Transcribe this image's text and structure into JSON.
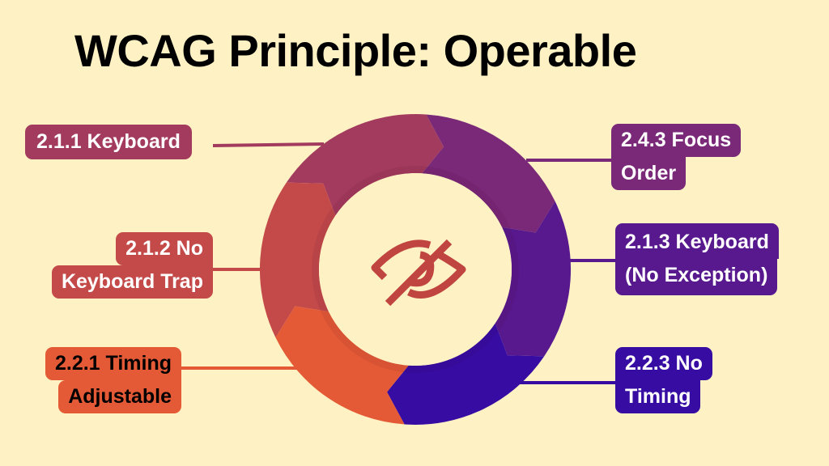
{
  "title": "WCAG Principle: Operable",
  "center_icon": "eye-slash-icon",
  "colors": {
    "background": "#FEF2C4",
    "icon": "#C0443F"
  },
  "criteria": [
    {
      "id": "2.1.1",
      "lines": [
        "2.1.1 Keyboard"
      ],
      "color": "#A33B5E",
      "text_color": "#FFFFFF"
    },
    {
      "id": "2.4.3",
      "lines": [
        "2.4.3 Focus",
        "Order"
      ],
      "color": "#7A2878",
      "text_color": "#FFFFFF"
    },
    {
      "id": "2.1.3",
      "lines": [
        "2.1.3 Keyboard",
        "(No Exception)"
      ],
      "color": "#58198E",
      "text_color": "#FFFFFF"
    },
    {
      "id": "2.2.3",
      "lines": [
        "2.2.3 No",
        "Timing"
      ],
      "color": "#360CA3",
      "text_color": "#FFFFFF"
    },
    {
      "id": "2.2.1",
      "lines": [
        "2.2.1 Timing",
        "Adjustable"
      ],
      "color": "#E55A36",
      "text_color": "#000000"
    },
    {
      "id": "2.1.2",
      "lines": [
        "2.1.2 No",
        "Keyboard Trap"
      ],
      "color": "#C44A4A",
      "text_color": "#FFFFFF"
    }
  ]
}
